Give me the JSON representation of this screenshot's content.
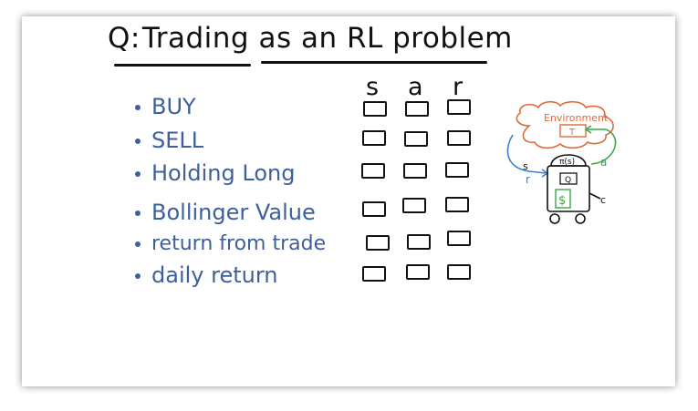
{
  "title": {
    "q": "Q:",
    "text": "Trading as an RL problem"
  },
  "columns": [
    "s",
    "a",
    "r"
  ],
  "features": [
    "BUY",
    "SELL",
    "Holding Long",
    "Bollinger Value",
    "return from trade",
    "daily return"
  ],
  "diagram": {
    "environment_label": "Environment",
    "t_label": "T",
    "policy_label": "π(s)",
    "q_label": "Q",
    "money_label": "$",
    "s_label": "s",
    "r_label": "r",
    "a_label": "a",
    "c_label": "c"
  },
  "colors": {
    "ink": "#111111",
    "feature_blue": "#3e5f9e",
    "environment_orange": "#e06a3a",
    "action_green": "#3aa84a",
    "state_blue": "#3b7fd0"
  }
}
